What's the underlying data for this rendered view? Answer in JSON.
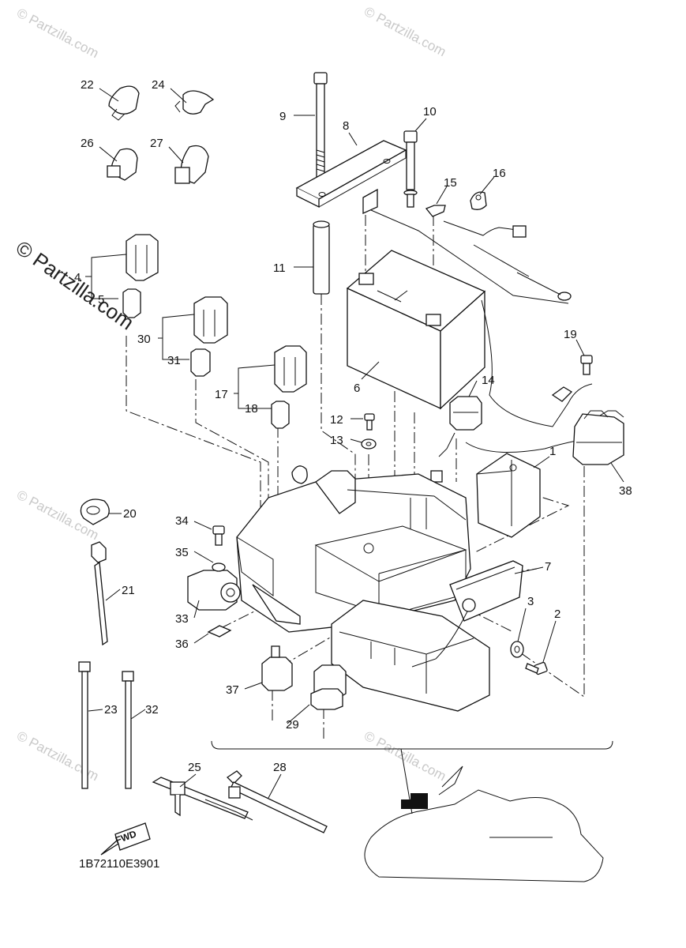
{
  "watermark": {
    "text": "© Partzilla.com"
  },
  "diagram_code": "1B72110E3901",
  "fwd_label": "FWD",
  "callouts": {
    "c1": "1",
    "c2": "2",
    "c3": "3",
    "c4": "4",
    "c5": "5",
    "c6": "6",
    "c7": "7",
    "c8": "8",
    "c9": "9",
    "c10": "10",
    "c11": "11",
    "c12": "12",
    "c13": "13",
    "c14": "14",
    "c15": "15",
    "c16": "16",
    "c17": "17",
    "c18": "18",
    "c19": "19",
    "c20": "20",
    "c21": "21",
    "c22": "22",
    "c23": "23",
    "c24": "24",
    "c25": "25",
    "c26": "26",
    "c27": "27",
    "c28": "28",
    "c29": "29",
    "c30": "30",
    "c31": "31",
    "c32": "32",
    "c33": "33",
    "c34": "34",
    "c35": "35",
    "c36": "36",
    "c37": "37",
    "c38": "38"
  }
}
